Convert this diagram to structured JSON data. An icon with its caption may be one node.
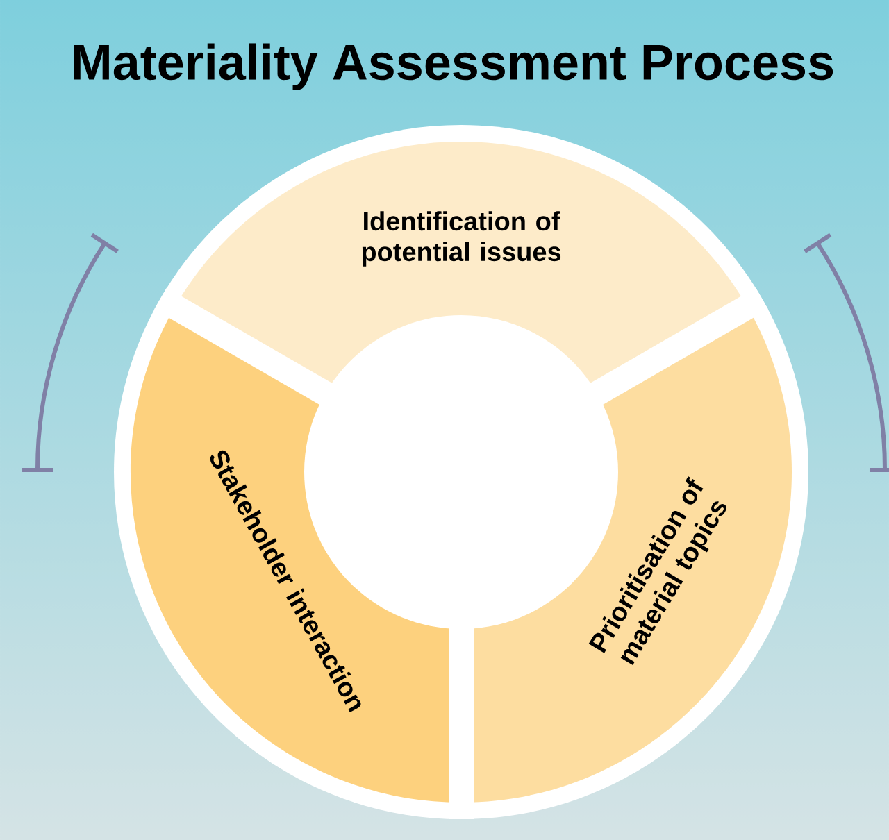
{
  "diagram": {
    "title": "Materiality Assessment Process",
    "nodes": [
      {
        "text": [
          "Identification of potential issues"
        ]
      },
      {
        "text": [
          "Stakeholder interaction"
        ]
      },
      {
        "text": [
          "Prioritisation of material topics"
        ]
      },
      {
        "text": [],
        "shape": "circle"
      }
    ]
  }
}
